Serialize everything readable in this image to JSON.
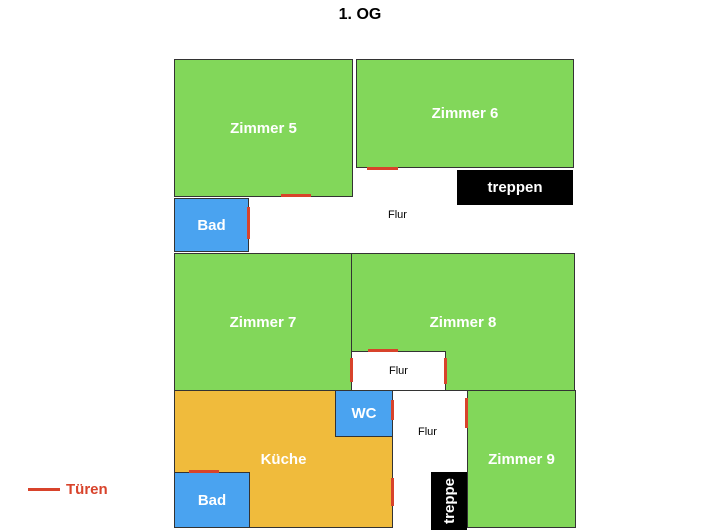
{
  "title": "1. OG",
  "rooms": {
    "zimmer5": "Zimmer 5",
    "zimmer6": "Zimmer 6",
    "treppen": "treppen",
    "bad_top": "Bad",
    "zimmer7": "Zimmer 7",
    "zimmer8": "Zimmer 8",
    "kueche": "Küche",
    "wc": "WC",
    "zimmer9": "Zimmer 9",
    "bad_bottom": "Bad",
    "treppe": "treppe"
  },
  "hallways": {
    "flur_top": "Flur",
    "flur_middle": "Flur",
    "flur_bottom": "Flur"
  },
  "legend": {
    "label": "Türen"
  },
  "colors": {
    "room_green": "#82d75a",
    "bath_blue": "#4aa3f0",
    "kitchen_orange": "#f0bb3c",
    "stairs_black": "#000000",
    "door_red": "#d8432b"
  }
}
